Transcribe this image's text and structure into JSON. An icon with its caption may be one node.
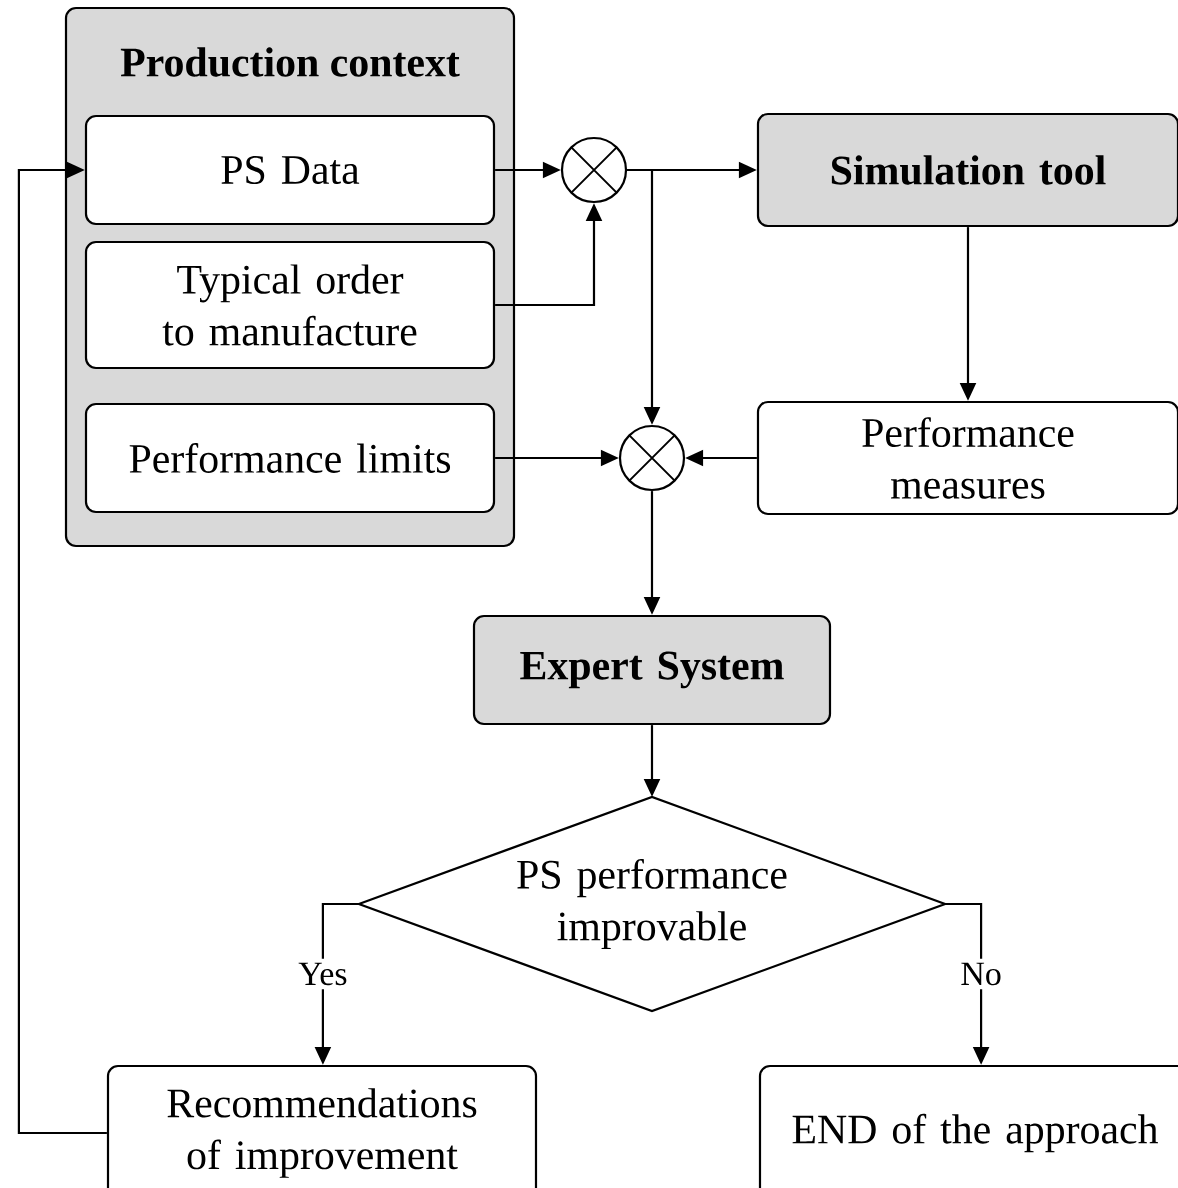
{
  "diagram": {
    "nodes": [
      {
        "text": [
          "Production context"
        ]
      },
      {
        "text": [
          "PS Data"
        ],
        "in": 0
      },
      {
        "text": [
          "Typical order to manufacture"
        ],
        "in": 0
      },
      {
        "text": [
          "Performance limits"
        ],
        "in": 0
      },
      {
        "text": [],
        "shape": "circle"
      },
      {
        "text": [
          "Simulation tool"
        ]
      },
      {
        "text": [],
        "shape": "circle"
      },
      {
        "text": [
          "Performance measures"
        ]
      },
      {
        "text": [
          "Expert System"
        ]
      },
      {
        "text": [
          "PS performance improvable"
        ]
      },
      {
        "text": [
          "Recommendations of improvement"
        ]
      },
      {
        "text": [
          "END of the approach"
        ]
      }
    ],
    "edges": [
      {
        "from": 1,
        "to": 4,
        "arrow": "to"
      },
      {
        "from": 2,
        "to": 4,
        "arrow": "to"
      },
      {
        "from": 4,
        "to": 5,
        "arrow": "to"
      },
      {
        "from": 4,
        "to": 6,
        "arrow": "to"
      },
      {
        "from": 5,
        "to": 7,
        "arrow": "to"
      },
      {
        "from": 3,
        "to": 6,
        "arrow": "to"
      },
      {
        "from": 7,
        "to": 6,
        "arrow": "to"
      },
      {
        "from": 6,
        "to": 8,
        "arrow": "to"
      },
      {
        "from": 8,
        "to": 9,
        "arrow": "to"
      },
      {
        "from": 9,
        "to": 10,
        "arrow": "to",
        "label": "Yes"
      },
      {
        "from": 9,
        "to": 11,
        "arrow": "to",
        "label": "No"
      },
      {
        "from": 10,
        "to": 1,
        "arrow": "to"
      }
    ]
  }
}
